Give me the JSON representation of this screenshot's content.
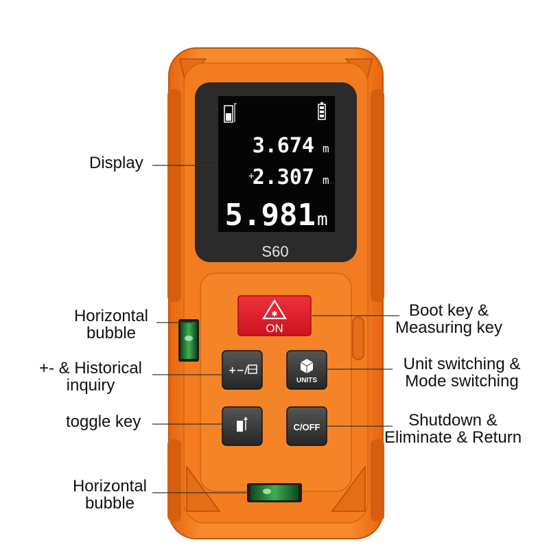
{
  "device": {
    "model": "S60",
    "on_label": "ON",
    "plusminus_label": "+−/",
    "units_label": "UNITS",
    "off_label": "C/OFF",
    "body_color": "#f47c20",
    "body_dark": "#d45e0d",
    "key_color": "#3a3a3a",
    "on_key_color": "#e8202a"
  },
  "display": {
    "line1_value": "3.674",
    "line2_prefix": "+",
    "line2_value": "2.307",
    "line3_value": "5.981",
    "unit": "m"
  },
  "callouts": {
    "display": "Display",
    "bubble_top_1": "Horizontal",
    "bubble_top_2": "bubble",
    "history_1": "+- & Historical",
    "history_2": "inquiry",
    "toggle": "toggle key",
    "bubble_bottom_1": "Horizontal",
    "bubble_bottom_2": "bubble",
    "boot_1": "Boot key &",
    "boot_2": "Measuring key",
    "unit_1": "Unit switching &",
    "unit_2": "Mode switching",
    "shutdown_1": "Shutdown &",
    "shutdown_2": "Eliminate & Return"
  }
}
